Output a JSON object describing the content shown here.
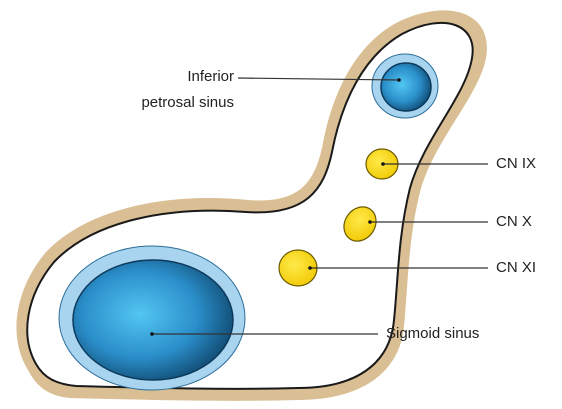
{
  "labels": {
    "inferior_petrosal_line1": "Inferior",
    "inferior_petrosal_line2": "petrosal sinus",
    "cn_ix": "CN IX",
    "cn_x": "CN X",
    "cn_xi": "CN XI",
    "sigmoid_sinus": "Sigmoid sinus"
  },
  "colors": {
    "outer_rim": "#d9bf93",
    "inner_fill": "#ffffff",
    "outline": "#1a1a1a",
    "sinus_halo": "#a9d4ef",
    "sinus_core_light": "#3fb3e6",
    "sinus_core_dark": "#0c4f78",
    "nerve_fill": "#f5d400",
    "nerve_stroke": "#6a5a00",
    "leader_line": "#333333"
  }
}
